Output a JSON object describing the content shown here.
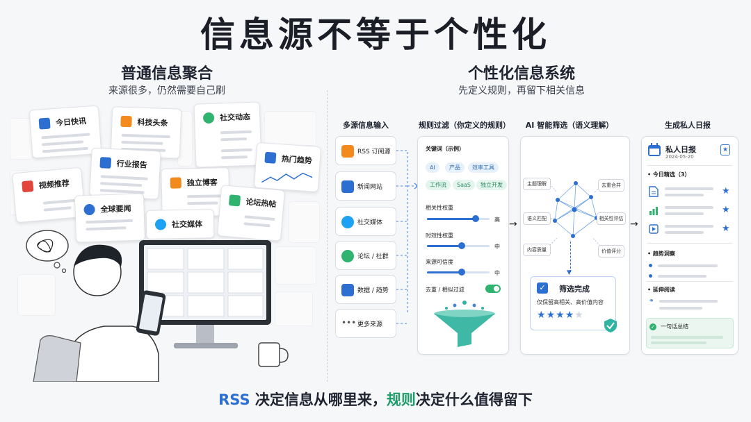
{
  "title": "信息源不等于个性化",
  "left": {
    "title": "普通信息聚合",
    "subtitle": "来源很多，仍然需要自己刷",
    "cards": [
      "今日快讯",
      "科技头条",
      "社交动态",
      "行业报告",
      "热门趋势",
      "视频推荐",
      "独立博客",
      "全球要闻",
      "论坛热帖",
      "社交媒体"
    ]
  },
  "right": {
    "title": "个性化信息系统",
    "subtitle": "先定义规则，再留下相关信息",
    "col1": {
      "title": "多源信息输入",
      "sources": [
        "RSS 订阅源",
        "新闻网站",
        "社交媒体",
        "论坛 / 社群",
        "数据 / 趋势",
        "更多来源"
      ]
    },
    "col2": {
      "title": "规则过滤（你定义的规则）",
      "keywords_label": "关键词（示例）",
      "keywords": [
        "AI",
        "产品",
        "效率工具",
        "工作流",
        "SaaS",
        "独立开发"
      ],
      "sliders": [
        {
          "label": "相关性权重",
          "value_label": "高",
          "level": 0.78
        },
        {
          "label": "时效性权重",
          "value_label": "中",
          "level": 0.55
        },
        {
          "label": "来源可信度",
          "value_label": "中",
          "level": 0.55
        }
      ],
      "dedupe_label": "去重 / 相似过滤"
    },
    "col3": {
      "title": "AI 智能筛选（语义理解）",
      "tags": [
        "主题理解",
        "语义匹配",
        "内容质量",
        "去重合并",
        "相关性评估",
        "价值评分"
      ],
      "result_title": "筛选完成",
      "result_desc": "仅保留高相关、高价值内容",
      "rating": 4
    },
    "col4": {
      "title": "生成私人日报",
      "report_title": "私人日报",
      "report_date": "2024-05-20",
      "today_label": "今日精选（3）",
      "trend_label": "趋势洞察",
      "ext_label": "延伸阅读",
      "summary_label": "一句话总结"
    }
  },
  "bottom": {
    "p1": "RSS",
    "p2": " 决定信息从哪里来，",
    "p3": "规则",
    "p4": "决定什么值得留下"
  },
  "colors": {
    "accent_blue": "#2d6fd0",
    "accent_green": "#1f9d6a",
    "rss_orange": "#f28a1e"
  }
}
